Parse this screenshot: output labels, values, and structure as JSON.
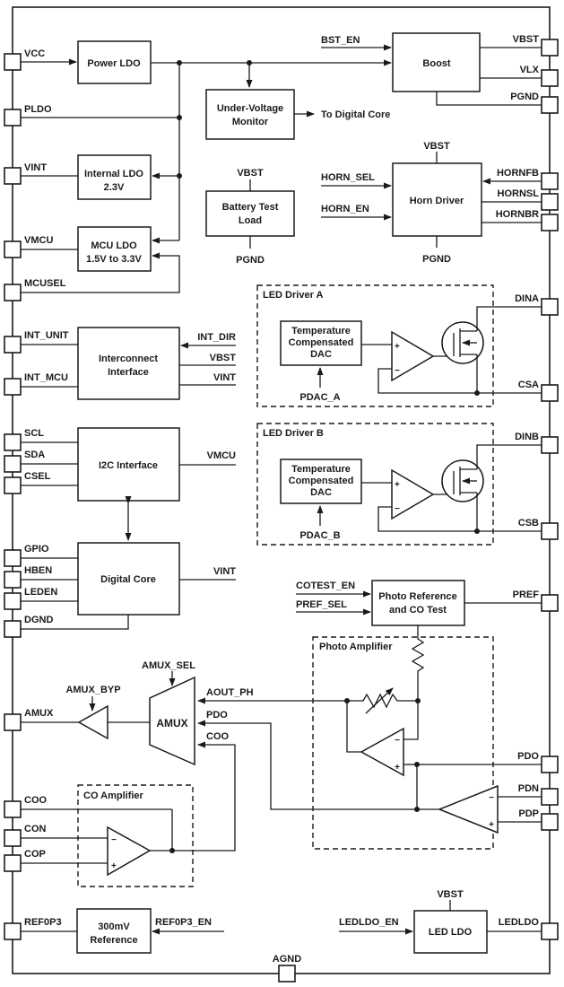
{
  "sym": {
    "plus": "+",
    "minus": "−"
  },
  "blocks": {
    "power_ldo": "Power LDO",
    "uvm1": "Under-Voltage",
    "uvm2": "Monitor",
    "boost": "Boost",
    "internal_ldo1": "Internal LDO",
    "internal_ldo2": "2.3V",
    "mcu_ldo1": "MCU LDO",
    "mcu_ldo2": "1.5V to 3.3V",
    "btl1": "Battery Test",
    "btl2": "Load",
    "horn_driver": "Horn Driver",
    "interconnect1": "Interconnect",
    "interconnect2": "Interface",
    "i2c": "I2C Interface",
    "digital_core": "Digital Core",
    "led_driver_a": "LED Driver A",
    "led_driver_b": "LED Driver B",
    "tcdac1": "Temperature",
    "tcdac2": "Compensated",
    "tcdac3": "DAC",
    "photo_ref1": "Photo Reference",
    "photo_ref2": "and CO Test",
    "photo_amp": "Photo Amplifier",
    "co_amp": "CO Amplifier",
    "amux": "AMUX",
    "ref3001": "300mV",
    "ref3002": "Reference",
    "led_ldo": "LED LDO"
  },
  "pins": {
    "vcc": "VCC",
    "pldo": "PLDO",
    "vint": "VINT",
    "vmcu": "VMCU",
    "mcusel": "MCUSEL",
    "int_unit": "INT_UNIT",
    "int_mcu": "INT_MCU",
    "scl": "SCL",
    "sda": "SDA",
    "csel": "CSEL",
    "gpio": "GPIO",
    "hben": "HBEN",
    "leden": "LEDEN",
    "dgnd": "DGND",
    "amux": "AMUX",
    "coo": "COO",
    "con": "CON",
    "cop": "COP",
    "ref0p3": "REF0P3",
    "vbst": "VBST",
    "vlx": "VLX",
    "pgnd": "PGND",
    "hornfb": "HORNFB",
    "hornsl": "HORNSL",
    "hornbr": "HORNBR",
    "dina": "DINA",
    "csa": "CSA",
    "dinb": "DINB",
    "csb": "CSB",
    "pref": "PREF",
    "pdo": "PDO",
    "pdn": "PDN",
    "pdp": "PDP",
    "ledldo": "LEDLDO",
    "agnd": "AGND"
  },
  "signals": {
    "bst_en": "BST_EN",
    "to_digital_core": "To Digital Core",
    "horn_sel": "HORN_SEL",
    "horn_en": "HORN_EN",
    "vbst_horn": "VBST",
    "pgnd_horn": "PGND",
    "vbst_btl": "VBST",
    "pgnd_btl": "PGND",
    "pdac_a": "PDAC_A",
    "pdac_b": "PDAC_B",
    "int_dir": "INT_DIR",
    "vbst_int": "VBST",
    "vint_int": "VINT",
    "vmcu_i2c": "VMCU",
    "vint_core": "VINT",
    "cotest_en": "COTEST_EN",
    "pref_sel": "PREF_SEL",
    "amux_sel": "AMUX_SEL",
    "amux_byp": "AMUX_BYP",
    "aout_ph": "AOUT_PH",
    "pdo_mux": "PDO",
    "coo_mux": "COO",
    "ref0p3_en": "REF0P3_EN",
    "ledldo_en": "LEDLDO_EN",
    "vbst_ledldo": "VBST"
  }
}
